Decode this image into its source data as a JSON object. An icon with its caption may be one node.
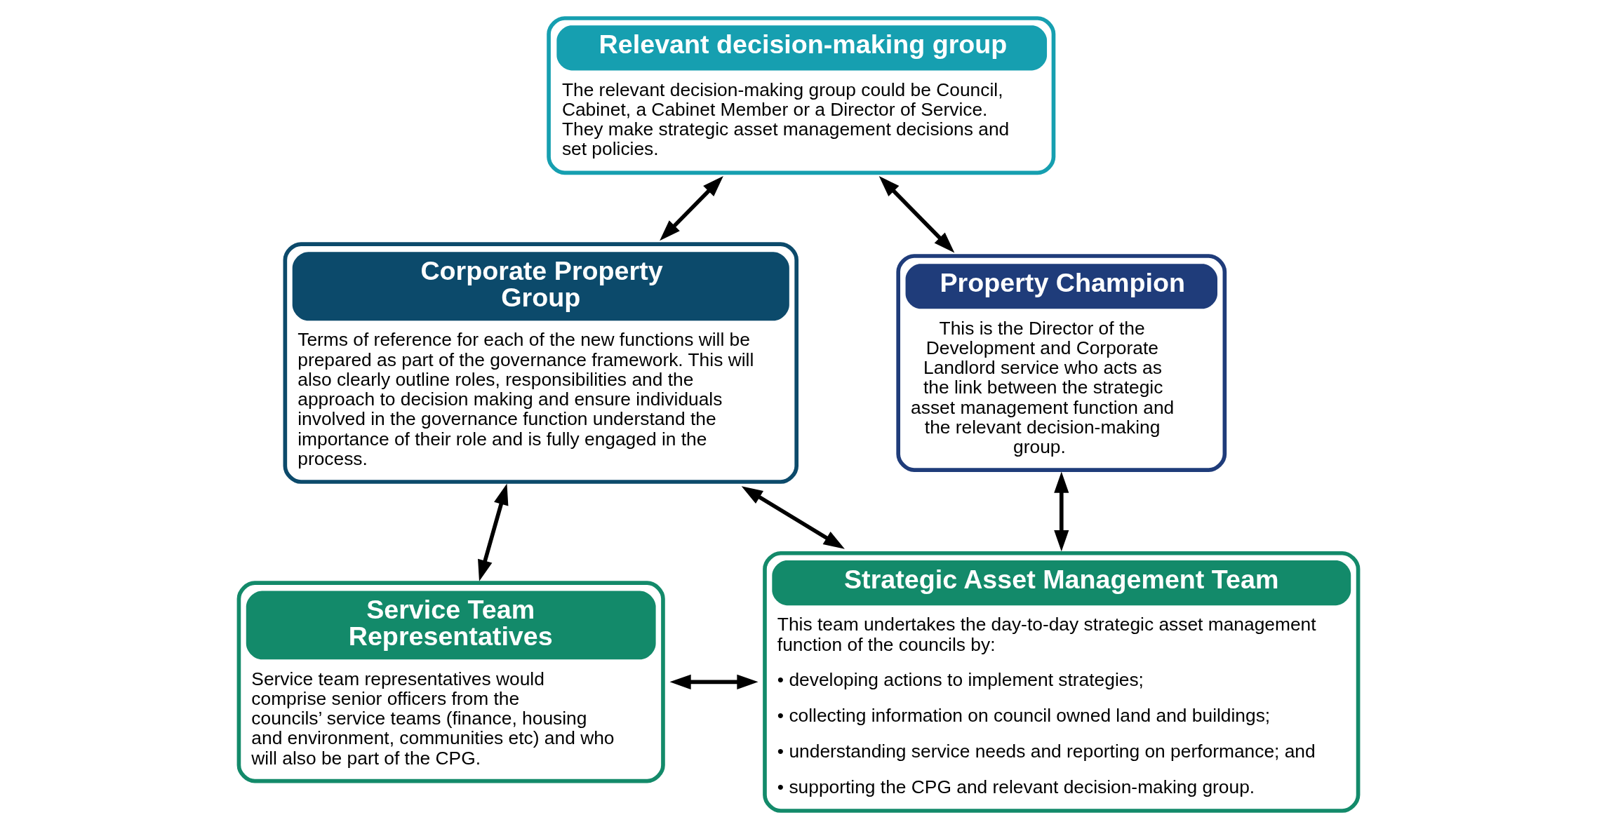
{
  "diagram": {
    "nodes": [
      {
        "text": [
          "Relevant decision-making group",
          "The relevant decision-making group could be Council, Cabinet, a Cabinet Member or a Director of Service. They make strategic asset management decisions and set policies."
        ]
      },
      {
        "text": [
          "Property Champion",
          "This is the Director of the Development and Corporate Landlord service who acts as the link between the strategic asset management function and the relevant decision-making group."
        ]
      },
      {
        "text": [
          "Corporate Property Group",
          "Terms of reference for each of the new functions will be prepared as part of the governance framework. This will also clearly outline roles, responsibilities and the approach to decision making and ensure individuals involved in the governance function understand the importance of their role and is fully engaged in the process."
        ]
      },
      {
        "text": [
          "Service Team Representatives",
          "Service team representatives would comprise senior officers from the councils’ service teams (finance, housing and environment, communities etc) and who will also be part of the CPG."
        ]
      },
      {
        "text": [
          "Strategic Asset Management Team",
          "This team undertakes the day-to-day strategic asset management function of the councils by:",
          "• developing actions to implement strategies;",
          "• collecting information on council owned land and buildings;",
          "• understanding service needs and reporting on performance; and",
          "• supporting the CPG and relevant decision-making group."
        ]
      }
    ],
    "edges": [
      {
        "from": 0,
        "to": 2,
        "arrow": "both"
      },
      {
        "from": 0,
        "to": 1,
        "arrow": "both"
      },
      {
        "from": 2,
        "to": 3,
        "arrow": "both"
      },
      {
        "from": 2,
        "to": 4,
        "arrow": "both"
      },
      {
        "from": 3,
        "to": 4,
        "arrow": "both"
      },
      {
        "from": 4,
        "to": 1,
        "arrow": "both"
      }
    ]
  }
}
